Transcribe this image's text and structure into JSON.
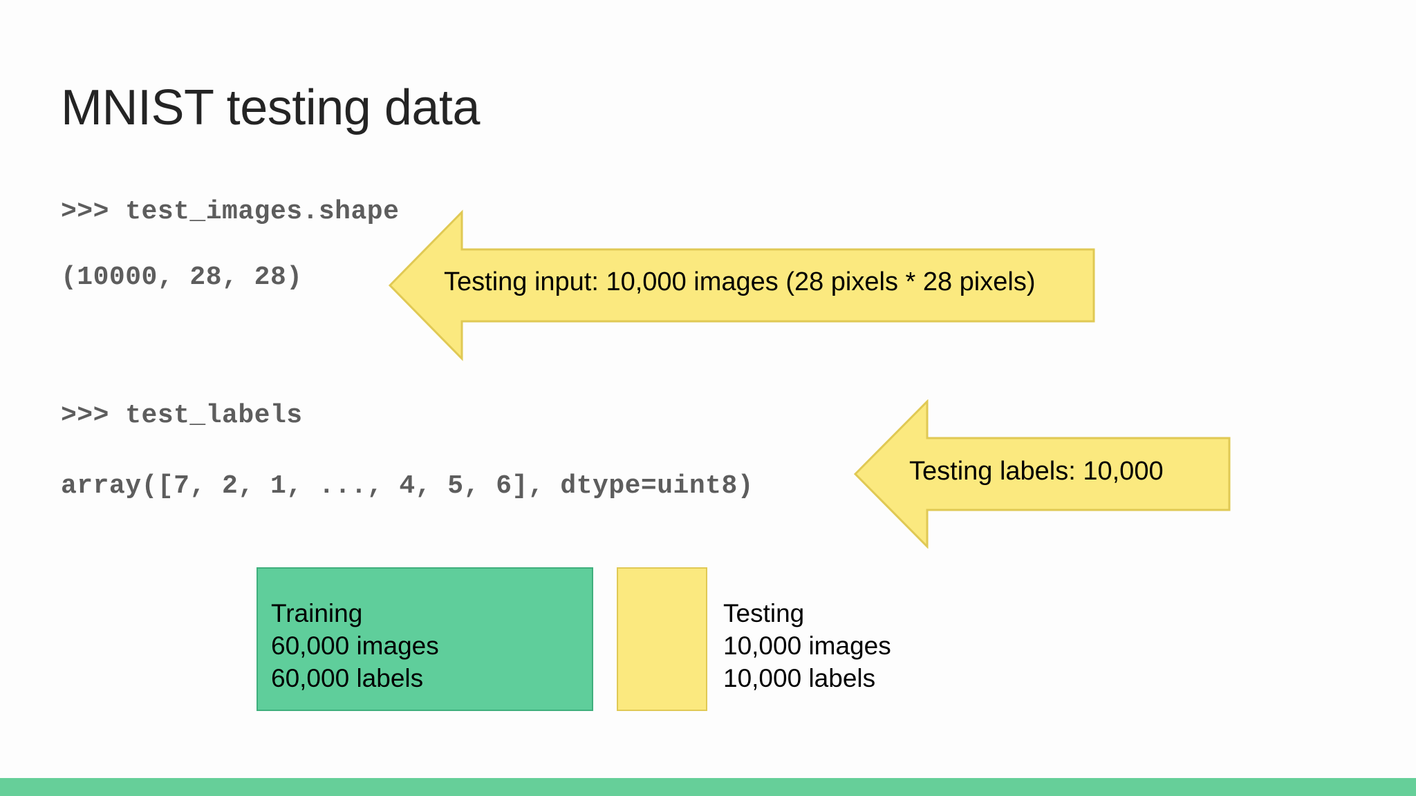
{
  "slide": {
    "title": "MNIST testing data",
    "background_color": "#fdfdfd",
    "accent_bar_color": "#66cf99"
  },
  "console": {
    "prompt_1": ">>> test_images.shape",
    "output_1": "(10000, 28, 28)",
    "prompt_2": ">>> test_labels",
    "output_2": "array([7, 2, 1, ..., 4, 5, 6], dtype=uint8)",
    "text_color": "#5d5d5d"
  },
  "callouts": [
    {
      "label": "Testing input: 10,000 images (28 pixels * 28 pixels)",
      "fill_color": "#fbe97f",
      "border_color": "#e0c954",
      "direction": "left"
    },
    {
      "label": "Testing labels: 10,000",
      "fill_color": "#fbe97f",
      "border_color": "#e0c954",
      "direction": "left"
    }
  ],
  "legend": {
    "training": {
      "swatch_color": "#5fce9b",
      "swatch_border": "#3faf7d",
      "line_1": "Training",
      "line_2": "60,000 images",
      "line_3": "60,000 labels"
    },
    "testing": {
      "swatch_color": "#fbe97f",
      "swatch_border": "#e0c954",
      "line_1": "Testing",
      "line_2": "10,000 images",
      "line_3": "10,000 labels"
    }
  }
}
